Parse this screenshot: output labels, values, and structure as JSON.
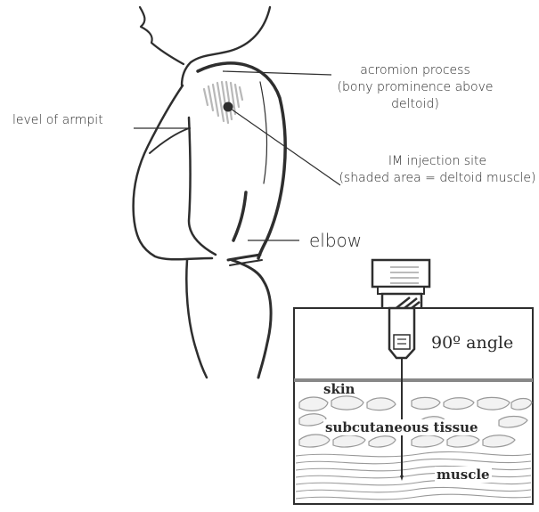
{
  "labels": {
    "acromion_line1": "acromion process",
    "acromion_line2": "(bony prominence above",
    "acromion_line3": "deltoid)",
    "armpit": "level of armpit",
    "im_line1": "IM injection site",
    "im_line2": "(shaded area = deltoid muscle)",
    "elbow": "elbow",
    "angle": "90º angle",
    "skin": "skin",
    "subcutaneous": "subcutaneous tissue",
    "muscle": "muscle"
  },
  "colors": {
    "outline": "#2e2e2e",
    "shade": "#b8b8b8",
    "text": "#2a2a2a"
  }
}
